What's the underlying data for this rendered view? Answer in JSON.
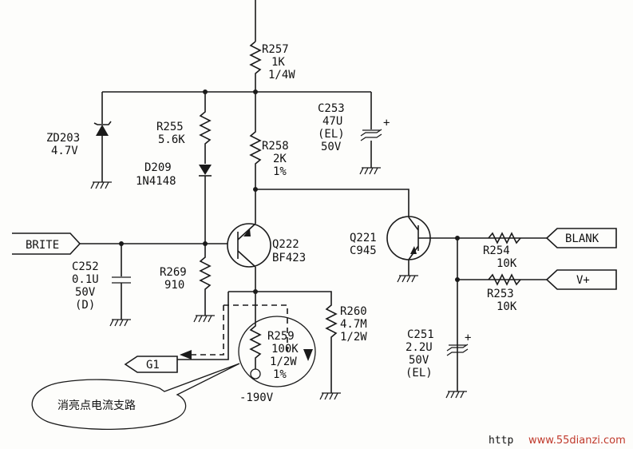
{
  "components": {
    "r257": {
      "ref": "R257",
      "value": "1K",
      "rating": "1/4W"
    },
    "zd203": {
      "ref": "ZD203",
      "value": "4.7V"
    },
    "r255": {
      "ref": "R255",
      "value": "5.6K"
    },
    "d209": {
      "ref": "D209",
      "part": "1N4148"
    },
    "r258": {
      "ref": "R258",
      "value": "2K",
      "tol": "1%"
    },
    "c253": {
      "ref": "C253",
      "value": "47U",
      "type": "(EL)",
      "volt": "50V"
    },
    "q222": {
      "ref": "Q222",
      "part": "BF423"
    },
    "q221": {
      "ref": "Q221",
      "part": "C945"
    },
    "c252": {
      "ref": "C252",
      "value": "0.1U",
      "volt": "50V",
      "type": "(D)"
    },
    "r269": {
      "ref": "R269",
      "value": "910"
    },
    "r259": {
      "ref": "R259",
      "value": "100K",
      "rating": "1/2W",
      "tol": "1%"
    },
    "r260": {
      "ref": "R260",
      "value": "4.7M",
      "rating": "1/2W"
    },
    "r254": {
      "ref": "R254",
      "value": "10K"
    },
    "r253": {
      "ref": "R253",
      "value": "10K"
    },
    "c251": {
      "ref": "C251",
      "value": "2.2U",
      "volt": "50V",
      "type": "(EL)"
    }
  },
  "connectors": {
    "brite": "BRITE",
    "blank": "BLANK",
    "vplus": "V+",
    "g1": "G1"
  },
  "supply": {
    "neg": "-190V"
  },
  "callout": {
    "text": "消亮点电流支路"
  },
  "watermark": {
    "prefix": "http",
    "site": "www.55dianzi.com"
  }
}
